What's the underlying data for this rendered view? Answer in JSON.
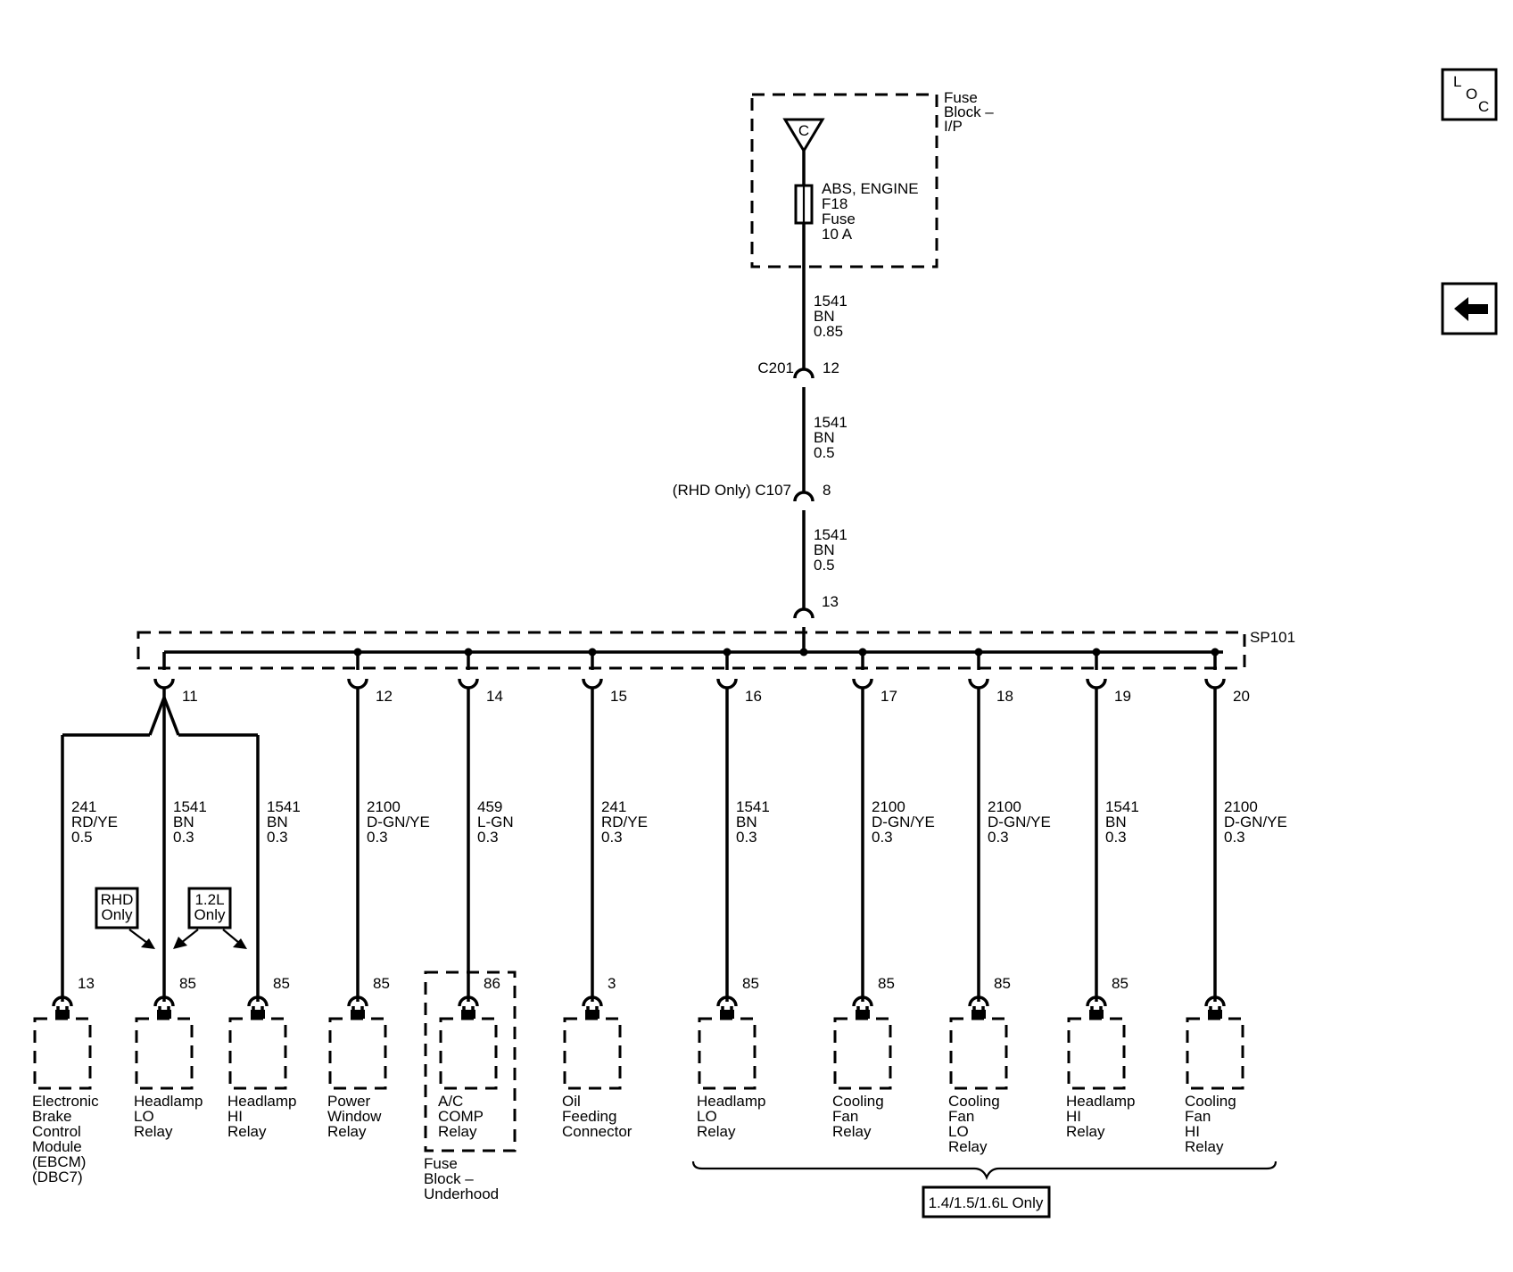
{
  "fuse_block_ip": {
    "lines": [
      "Fuse",
      "Block –",
      "I/P"
    ],
    "source_letter": "C",
    "fuse_lines": [
      "ABS, ENGINE",
      "F18",
      "Fuse",
      "10 A"
    ]
  },
  "wire_segments": [
    [
      "1541",
      "BN",
      "0.85"
    ],
    [
      "1541",
      "BN",
      "0.5"
    ],
    [
      "1541",
      "BN",
      "0.5"
    ]
  ],
  "connectors": {
    "c201": {
      "name": "C201",
      "pin": "12"
    },
    "c107": {
      "name": "(RHD Only) C107",
      "pin": "8"
    },
    "sp101_in_pin": "13"
  },
  "splice": {
    "name": "SP101"
  },
  "branch_pins": [
    "11",
    "12",
    "14",
    "15",
    "16",
    "17",
    "18",
    "19",
    "20"
  ],
  "circuits": [
    {
      "wire": [
        "241",
        "RD/YE",
        "0.5"
      ],
      "pin": "13",
      "lines": [
        "Electronic",
        "Brake",
        "Control",
        "Module",
        "(EBCM)",
        "(DBC7)"
      ]
    },
    {
      "wire": [
        "1541",
        "BN",
        "0.3"
      ],
      "pin": "85",
      "lines": [
        "Headlamp",
        "LO",
        "Relay"
      ]
    },
    {
      "wire": [
        "1541",
        "BN",
        "0.3"
      ],
      "pin": "85",
      "lines": [
        "Headlamp",
        "HI",
        "Relay"
      ]
    },
    {
      "wire": [
        "2100",
        "D-GN/YE",
        "0.3"
      ],
      "pin": "85",
      "lines": [
        "Power",
        "Window",
        "Relay"
      ]
    },
    {
      "wire": [
        "459",
        "L-GN",
        "0.3"
      ],
      "pin": "86",
      "lines": [
        "A/C",
        "COMP",
        "Relay"
      ]
    },
    {
      "wire": [
        "241",
        "RD/YE",
        "0.3"
      ],
      "pin": "3",
      "lines": [
        "Oil",
        "Feeding",
        "Connector"
      ]
    },
    {
      "wire": [
        "1541",
        "BN",
        "0.3"
      ],
      "pin": "85",
      "lines": [
        "Headlamp",
        "LO",
        "Relay"
      ]
    },
    {
      "wire": [
        "2100",
        "D-GN/YE",
        "0.3"
      ],
      "pin": "85",
      "lines": [
        "Cooling",
        "Fan",
        "Relay"
      ]
    },
    {
      "wire": [
        "2100",
        "D-GN/YE",
        "0.3"
      ],
      "pin": "85",
      "lines": [
        "Cooling",
        "Fan",
        "LO",
        "Relay"
      ]
    },
    {
      "wire": [
        "1541",
        "BN",
        "0.3"
      ],
      "pin": "85",
      "lines": [
        "Headlamp",
        "HI",
        "Relay"
      ]
    },
    {
      "wire": [
        "2100",
        "D-GN/YE",
        "0.3"
      ],
      "pin": "",
      "lines": [
        "Cooling",
        "Fan",
        "HI",
        "Relay"
      ]
    }
  ],
  "fuse_block_underhood": [
    "Fuse",
    "Block –",
    "Underhood"
  ],
  "options": {
    "rhd_only": [
      "RHD",
      "Only"
    ],
    "only_12l": [
      "1.2L",
      "Only"
    ],
    "engines_only": "1.4/1.5/1.6L Only"
  },
  "nav": {
    "loc_letters": [
      "L",
      "O",
      "C"
    ],
    "back_icon": "left-arrow-icon"
  }
}
